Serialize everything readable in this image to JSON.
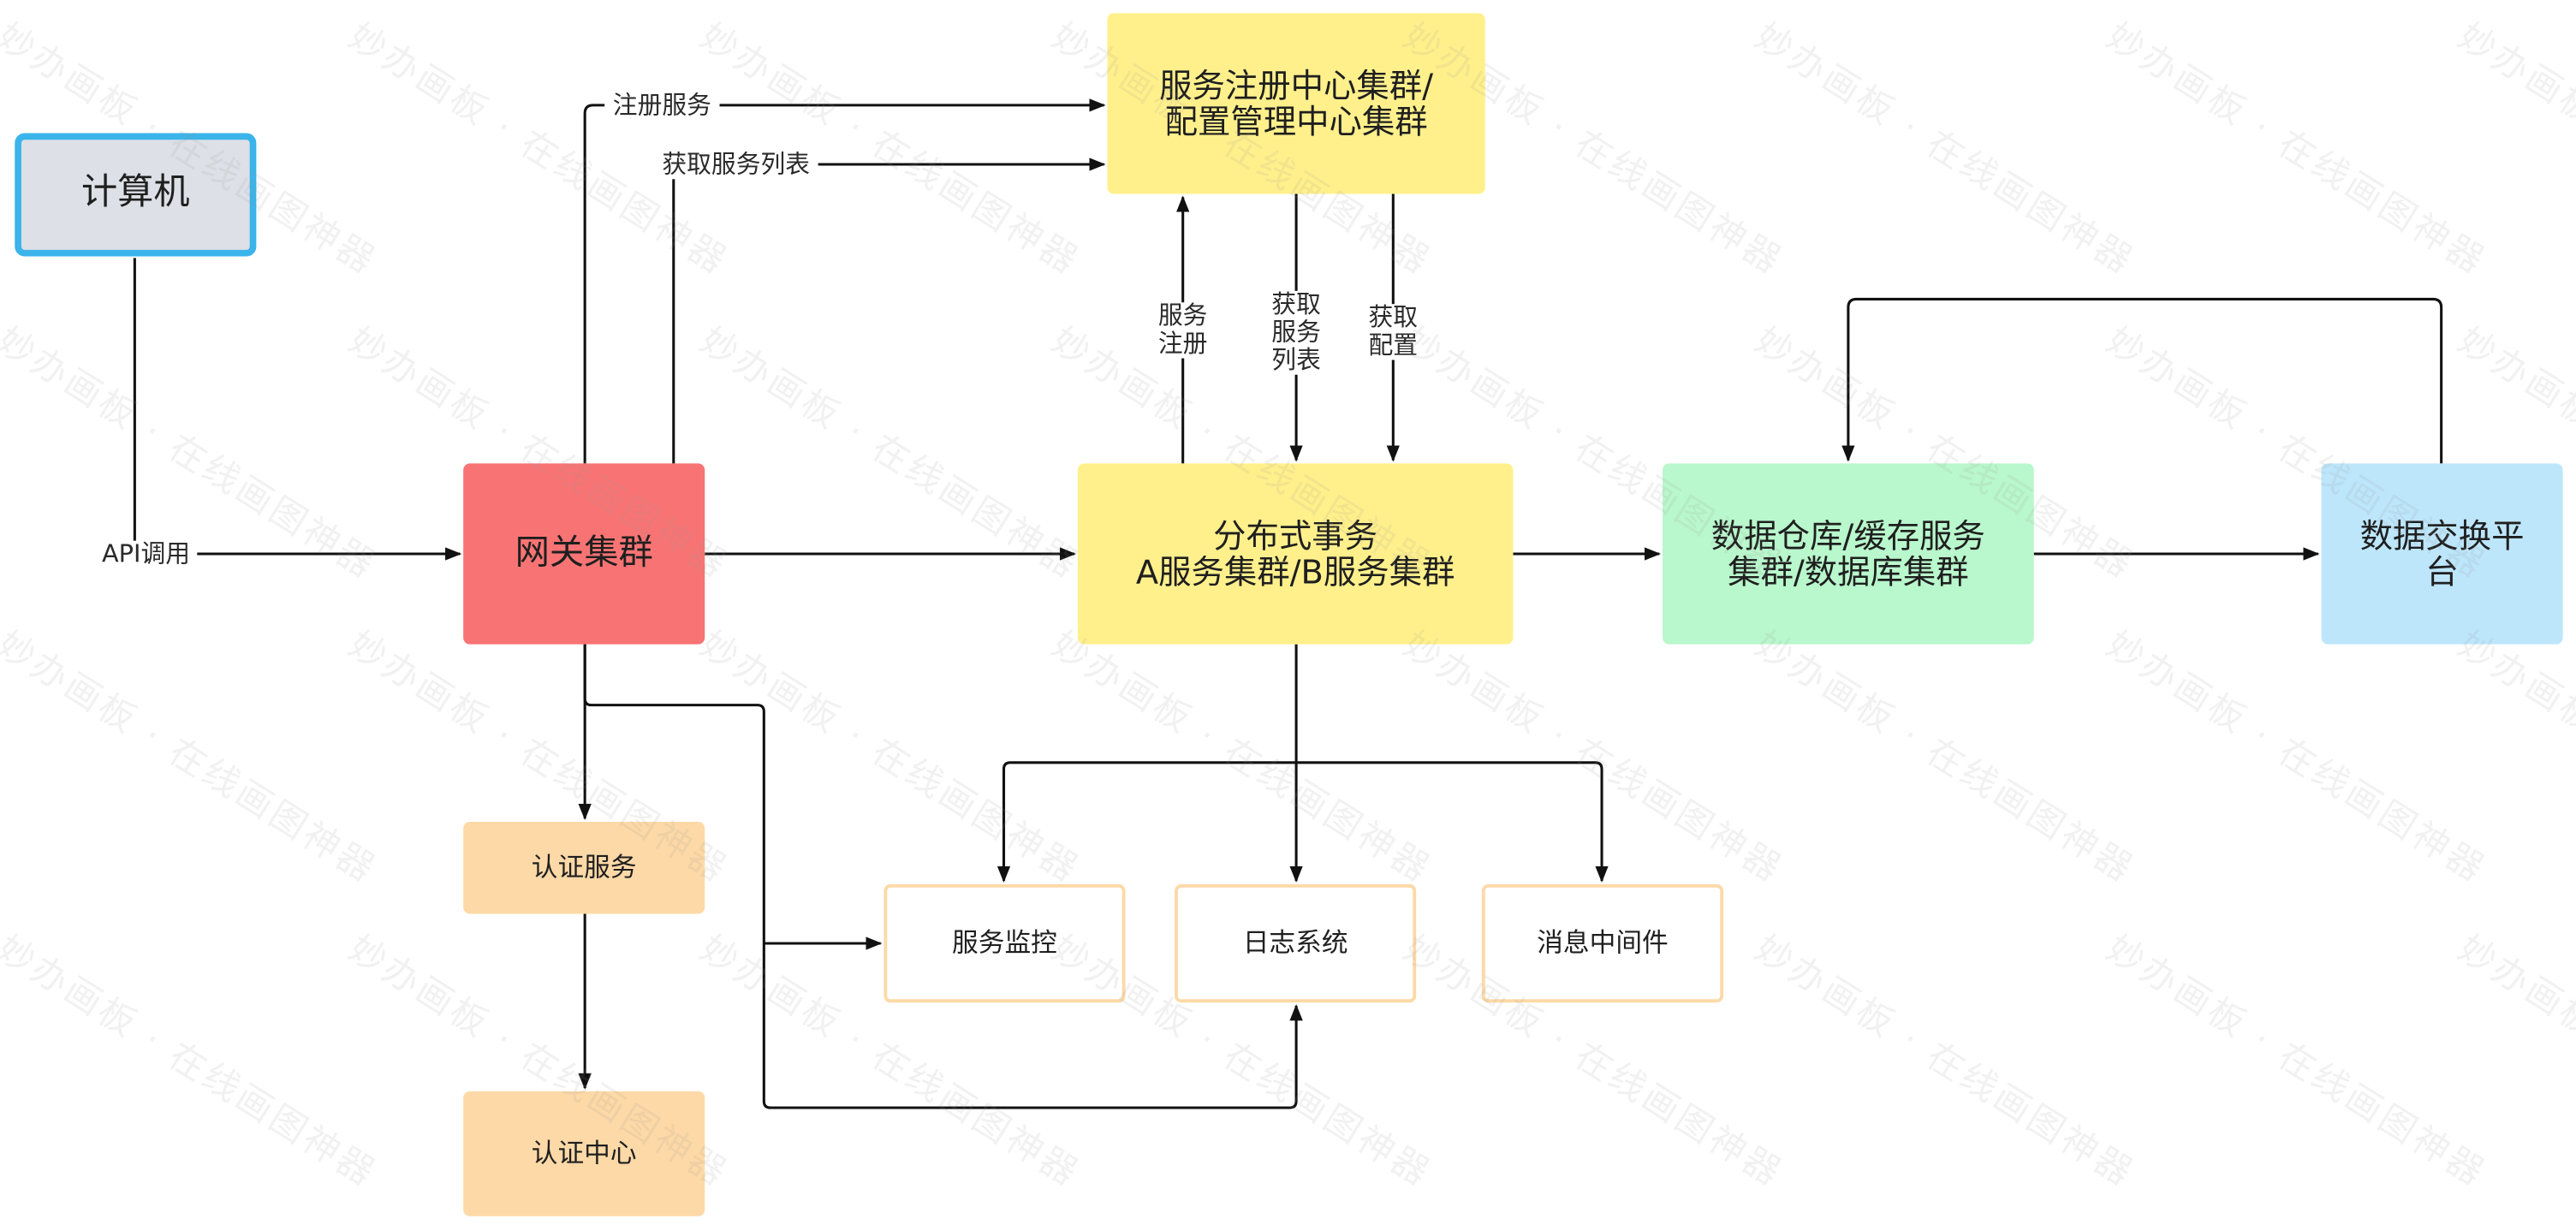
{
  "nodes": {
    "computer": "计算机",
    "gateway": "网关集群",
    "registry": "服务注册中心集群/\n配置管理中心集群",
    "distributed": "分布式事务\nA服务集群/B服务集群",
    "warehouse": "数据仓库/缓存服务\n集群/数据库集群",
    "exchange": "数据交换平\n台",
    "auth_service": "认证服务",
    "auth_center": "认证中心",
    "monitor": "服务监控",
    "log": "日志系统",
    "mq": "消息中间件"
  },
  "edge_labels": {
    "api_call": "API调用",
    "register_service": "注册服务",
    "get_service_list": "获取服务列表",
    "service_register_v": "服务\n注册",
    "get_service_list_v": "获取\n服务\n列表",
    "get_config_v": "获取\n配置"
  },
  "watermark": "妙办画板 · 在线画图神器",
  "colors": {
    "computer_fill": "#dde0e6",
    "computer_border": "#3ab4ea",
    "gateway_fill": "#f87474",
    "registry_fill": "#fff08c",
    "warehouse_fill": "#b9f7cc",
    "exchange_fill": "#bde6fb",
    "auth_fill": "#fdd9a7",
    "edge": "#111111"
  }
}
